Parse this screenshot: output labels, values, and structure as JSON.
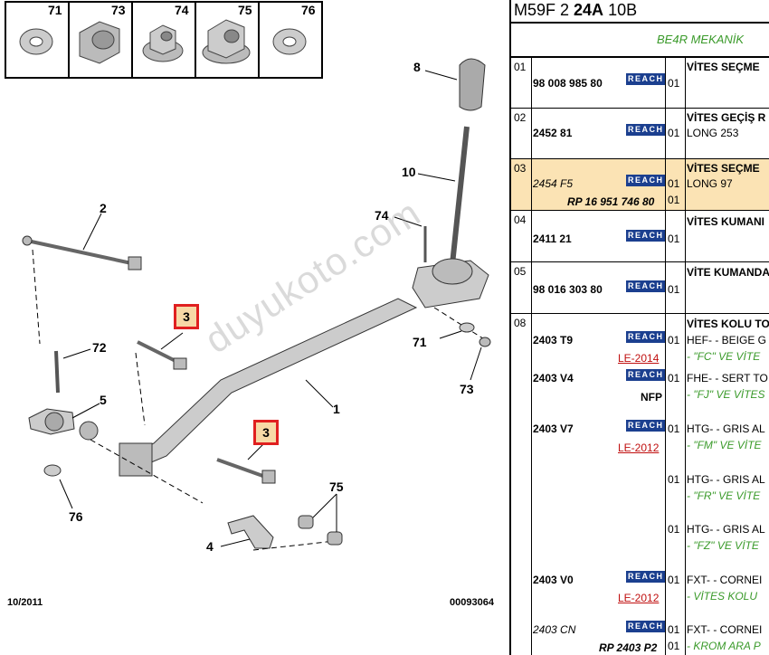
{
  "diagram": {
    "fastener_labels": [
      "71",
      "73",
      "74",
      "75",
      "76"
    ],
    "callouts": {
      "c8": "8",
      "c10": "10",
      "c74": "74",
      "c2": "2",
      "c3a": "3",
      "c72": "72",
      "c5": "5",
      "c71": "71",
      "c73": "73",
      "c1": "1",
      "c3b": "3",
      "c76": "76",
      "c75": "75",
      "c4": "4"
    },
    "footer_date": "10/2011",
    "footer_ref": "00093064",
    "watermark": "duyukoto.com"
  },
  "panel": {
    "title_prefix": "M59F 2 ",
    "title_bold": "24A",
    "title_suffix": " 10B",
    "group": "BE4R MEKANİK",
    "rows": [
      {
        "idx": "01",
        "pn": "98 008 985 80",
        "reach": "REACH",
        "qty": "01",
        "desc": "VİTES SEÇME"
      },
      {
        "idx": "02",
        "pn": "2452 81",
        "reach": "REACH",
        "qty": "01",
        "desc": "VİTES GEÇİŞ R",
        "desc2": "LONG 253"
      },
      {
        "idx": "03",
        "pn": "2454 F5",
        "reach": "REACH",
        "qty": "01",
        "desc": "VİTES SEÇME",
        "desc2": "LONG 97",
        "rp": "RP 16 951 746 80",
        "qty2": "01"
      },
      {
        "idx": "04",
        "pn": "2411 21",
        "reach": "REACH",
        "qty": "01",
        "desc": "VİTES KUMANI"
      },
      {
        "idx": "05",
        "pn": "98 016 303 80",
        "reach": "REACH",
        "qty": "01",
        "desc": "VİTE KUMANDA"
      },
      {
        "idx": "08",
        "desc": "VİTES KOLU TO",
        "items": [
          {
            "pn": "2403 T9",
            "reach": "REACH",
            "qty": "01",
            "desc": "HEF- - BEIGE G",
            "note": "- \"FC\" VE VİTE",
            "le": "LE-2014"
          },
          {
            "pn": "2403 V4",
            "reach": "REACH",
            "qty": "01",
            "desc": "FHE- - SERT TO",
            "note": "- \"FJ\" VE VİTES",
            "nfp": "NFP"
          },
          {
            "pn": "2403 V7",
            "reach": "REACH",
            "qty": "01",
            "desc": "HTG- - GRIS AL",
            "note": "- \"FM\" VE VİTE",
            "le": "LE-2012"
          },
          {
            "qty": "01",
            "desc": "HTG- - GRIS AL",
            "note": "- \"FR\" VE VİTE"
          },
          {
            "qty": "01",
            "desc": "HTG- - GRIS AL",
            "note": "- \"FZ\" VE VİTE"
          },
          {
            "pn": "2403 V0",
            "reach": "REACH",
            "qty": "01",
            "desc": "FXT- - CORNEI",
            "note": "- VİTES KOLU",
            "le": "LE-2012"
          },
          {
            "pn": "2403 CN",
            "reach": "REACH",
            "qty": "01",
            "desc": "FXT- - CORNEI",
            "note": "- KROM ARA P",
            "rp": "RP 2403 P2",
            "qty2": "01"
          }
        ]
      }
    ]
  }
}
